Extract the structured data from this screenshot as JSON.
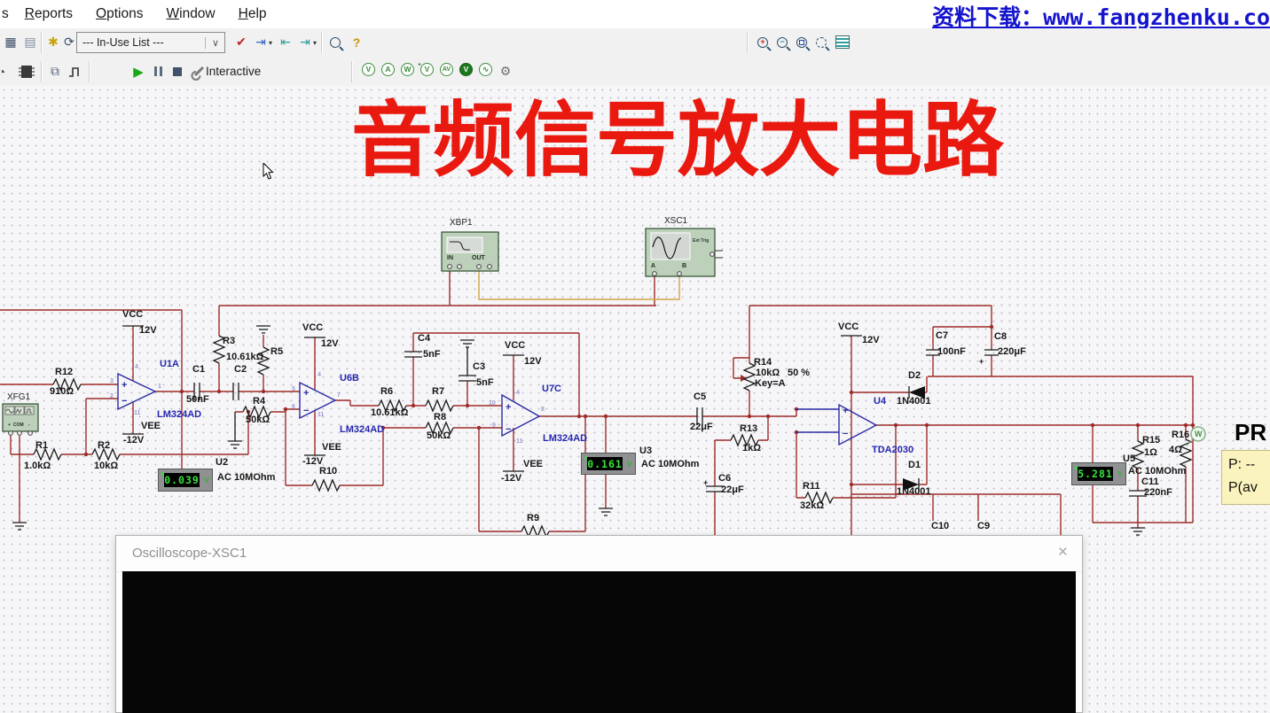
{
  "menu": {
    "partial": "s",
    "items": [
      "Reports",
      "Options",
      "Window",
      "Help"
    ],
    "promo": "资料下载：www.fangzhenku.co"
  },
  "toolbar": {
    "in_use_list": "--- In-Use List ---",
    "interactive": "Interactive"
  },
  "title": "音频信号放大电路",
  "power": {
    "vcc": "VCC",
    "vee": "VEE",
    "p12": "12V",
    "n12": "-12V"
  },
  "parts": {
    "r12": {
      "r": "R12",
      "v": "910Ω"
    },
    "r1": {
      "r": "R1",
      "v": "1.0kΩ"
    },
    "r2": {
      "r": "R2",
      "v": "10kΩ"
    },
    "r3": {
      "r": "R3",
      "v": "10.61kΩ"
    },
    "r5": {
      "r": "R5"
    },
    "r4": {
      "r": "R4",
      "v": "50kΩ"
    },
    "c1": {
      "r": "C1",
      "v": "50nF"
    },
    "c2": {
      "r": "C2"
    },
    "c4": {
      "r": "C4",
      "v": "5nF"
    },
    "c3": {
      "r": "C3",
      "v": "5nF"
    },
    "r6": {
      "r": "R6",
      "v": "10.61kΩ"
    },
    "r7": {
      "r": "R7"
    },
    "r8": {
      "r": "R8",
      "v": "50kΩ"
    },
    "r10": {
      "r": "R10"
    },
    "r9": {
      "r": "R9"
    },
    "c5": {
      "r": "C5",
      "v": "22μF"
    },
    "r13": {
      "r": "R13",
      "v": "1kΩ"
    },
    "r14": {
      "r": "R14",
      "v": "10kΩ",
      "k": "Key=A",
      "p": "50 %"
    },
    "c6": {
      "r": "C6",
      "v": "22μF",
      "pol": "+"
    },
    "r11": {
      "r": "R11",
      "v": "32kΩ"
    },
    "d2": {
      "r": "D2",
      "v": "1N4001"
    },
    "d1": {
      "r": "D1",
      "v": "1N4001"
    },
    "c7": {
      "r": "C7",
      "v": "100nF"
    },
    "c8": {
      "r": "C8",
      "v": "220μF",
      "pol": "+"
    },
    "c10": {
      "r": "C10"
    },
    "c9": {
      "r": "C9"
    },
    "r15": {
      "r": "R15",
      "v": "1Ω"
    },
    "r16": {
      "r": "R16",
      "v": "4Ω"
    },
    "c11": {
      "r": "C11",
      "v": "220nF"
    }
  },
  "opamps": {
    "u1a": {
      "ref": "U1A",
      "part": "LM324AD",
      "pins": {
        "p": "3",
        "n": "2",
        "o": "1",
        "vp": "4",
        "vn": "11"
      }
    },
    "u6b": {
      "ref": "U6B",
      "part": "LM324AD",
      "pins": {
        "p": "5",
        "n": "6",
        "o": "7",
        "vp": "4",
        "vn": "11"
      }
    },
    "u7c": {
      "ref": "U7C",
      "part": "LM324AD",
      "pins": {
        "p": "10",
        "n": "9",
        "o": "8",
        "vp": "4",
        "vn": "11"
      }
    },
    "u4": {
      "ref": "U4",
      "part": "TDA2030"
    }
  },
  "meters": {
    "plus": "+",
    "u2": {
      "ref": "U2",
      "value": "0.039",
      "unit": "V",
      "mode": "AC 10MOhm"
    },
    "u3": {
      "ref": "U3",
      "value": "0.161",
      "unit": "V",
      "mode": "AC 10MOhm"
    },
    "u5": {
      "ref": "U5",
      "value": "5.281",
      "unit": "V",
      "mode": "AC 10MOhm"
    }
  },
  "instruments": {
    "xfg1": {
      "ref": "XFG1",
      "plus": "+",
      "com": "COM",
      "minus": "-"
    },
    "xbp1": {
      "ref": "XBP1",
      "in": "IN",
      "out": "OUT"
    },
    "xsc1": {
      "ref": "XSC1",
      "ext": "Ext Trig",
      "a": "A",
      "b": "B"
    }
  },
  "probe": {
    "name": "PR",
    "w": "W",
    "line1": "P: --",
    "line2": "P(av"
  },
  "scope": {
    "title": "Oscilloscope-XSC1",
    "close": "×"
  }
}
